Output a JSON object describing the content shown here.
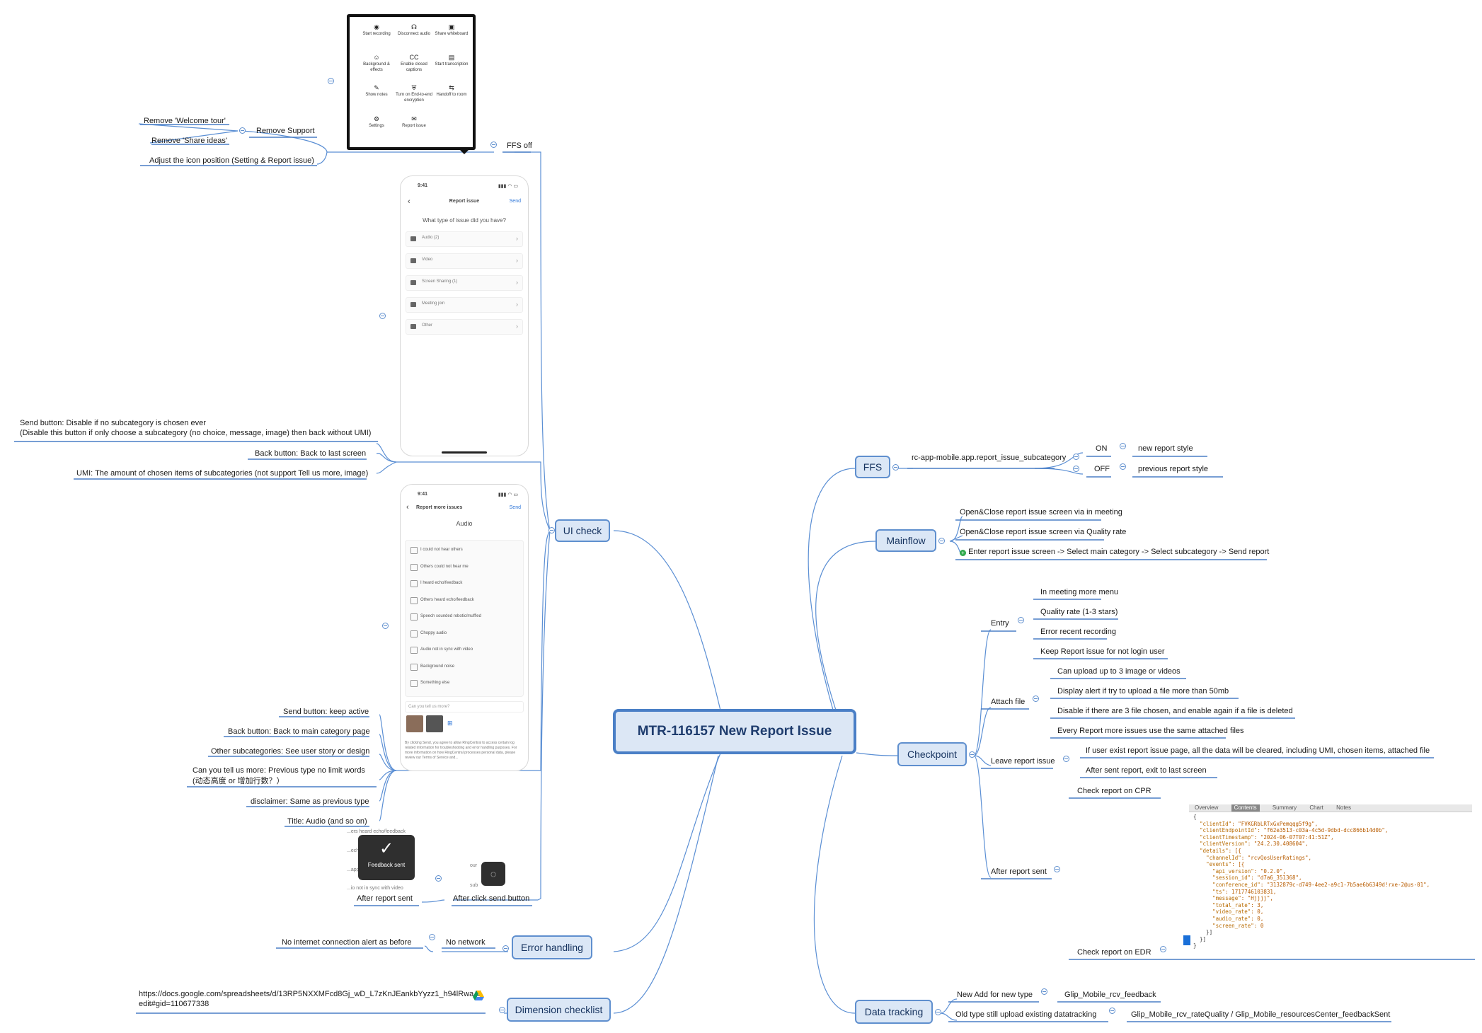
{
  "central": {
    "title": "MTR-116157 New Report Issue"
  },
  "branches": {
    "ui_check": "UI check",
    "error_handling": "Error handling",
    "dimension_checklist": "Dimension checklist",
    "ffs": "FFS",
    "mainflow": "Mainflow",
    "checkpoint": "Checkpoint",
    "data_tracking": "Data tracking"
  },
  "ffs": {
    "flag": "rc-app-mobile.app.report_issue_subcategory",
    "on": "ON",
    "on_desc": "new report style",
    "off": "OFF",
    "off_desc": "previous report style"
  },
  "mainflow": {
    "items": [
      "Open&Close report issue screen via in meeting",
      "Open&Close report issue screen via Quality rate",
      "Enter report issue screen -> Select main category -> Select subcategory -> Send report"
    ]
  },
  "checkpoint": {
    "entry": {
      "label": "Entry",
      "items": [
        "In meeting more menu",
        "Quality rate (1-3 stars)",
        "Error recent recording",
        "Keep Report issue for not login user"
      ]
    },
    "attach": {
      "label": "Attach file",
      "items": [
        "Can upload up to 3 image or videos",
        "Display alert if try to upload a file more than 50mb",
        "Disable if there are 3 file chosen, and enable again if a file is deleted",
        "Every Report more issues use the same attached files"
      ]
    },
    "leave": {
      "label": "Leave report issue",
      "items": [
        "If user exist report issue page, all the data will be cleared, including UMI, chosen items, attached file",
        "After sent report, exit to last screen"
      ]
    },
    "after_sent": {
      "label": "After report sent",
      "cpr": "Check report on CPR",
      "edr": "Check report on EDR"
    }
  },
  "json_viewer": {
    "tabs": [
      "Overview",
      "Contents",
      "Summary",
      "Chart",
      "Notes"
    ],
    "active_tab": "Contents",
    "lines": [
      "{",
      "  \"clientId\": \"FVKGRbLRTxGxPemqqg5f9g\",",
      "  \"clientEndpointId\": \"f62e3513-c03a-4c5d-9dbd-dcc866b14d0b\",",
      "  \"clientTimestamp\": \"2024-06-07T07:41:51Z\",",
      "  \"clientVersion\": \"24.2.30.408604\",",
      "  \"details\": [{",
      "    \"channelId\": \"rcvQosUserRatings\",",
      "    \"events\": [{",
      "      \"api_version\": \"0.2.0\",",
      "      \"session_id\": \"d7a6_351368\",",
      "      \"conference_id\": \"3132879c-d749-4ee2-a9c1-7b5ae6b6349d!rxe-2@us-01\",",
      "      \"ts\": 1717746103831,",
      "      \"message\": \"Hjjjj\",",
      "      \"total_rate\": 3,",
      "      \"video_rate\": 0,",
      "      \"audio_rate\": 0,",
      "      \"screen_rate\": 0",
      "    }]",
      "  }]",
      "}"
    ]
  },
  "data_tracking": {
    "new_type": "New Add for new type",
    "new_event": "Glip_Mobile_rcv_feedback",
    "old_type": "Old type still upload existing datatracking",
    "old_event": "Glip_Mobile_rcv_rateQuality / Glip_Mobile_resourcesCenter_feedbackSent"
  },
  "ui_check": {
    "ffs_off": "FFS off",
    "remove_support": "Remove Support",
    "remove_welcome": "Remove 'Welcome tour'",
    "remove_share": "Remove 'Share ideas'",
    "adjust_icon": "Adjust the icon position (Setting & Report issue)",
    "send_disable_1": "Send button: Disable if no subcategory is chosen ever",
    "send_disable_2": "(Disable this button if only choose a subcategory (no choice, message, image) then back without UMI)",
    "back_last": "Back button: Back to last screen",
    "umi": "UMI: The amount of chosen items of subcategories (not support Tell us more, image)",
    "send_active": "Send button: keep active",
    "back_main": "Back button: Back to main category page",
    "other_sub": "Other subcategories: See user story or design",
    "tell_more_1": "Can you tell us more: Previous type no limit words",
    "tell_more_2": "(动态高度 or 增加行数？）",
    "disclaimer": "disclaimer: Same as previous type",
    "title_audio": "Title: Audio (and so on)",
    "after_report_sent": "After report sent",
    "after_click_send": "After click send button",
    "toast_text": "Feedback sent",
    "ghost_lines": [
      "...ers heard echo/feedback",
      "...ech",
      "...app",
      "...io not in sync with video"
    ],
    "ghost_right": [
      "our",
      "sub"
    ]
  },
  "menu_items": [
    {
      "icon": "◉",
      "label": "Start recording"
    },
    {
      "icon": "☊",
      "label": "Disconnect audio"
    },
    {
      "icon": "▣",
      "label": "Share whiteboard"
    },
    {
      "icon": "☺",
      "label": "Background & effects"
    },
    {
      "icon": "CC",
      "label": "Enable closed captions"
    },
    {
      "icon": "▤",
      "label": "Start transcription"
    },
    {
      "icon": "✎",
      "label": "Show notes"
    },
    {
      "icon": "⛨",
      "label": "Turn on End-to-end encryption"
    },
    {
      "icon": "⇆",
      "label": "Handoff to room"
    },
    {
      "icon": "⚙",
      "label": "Settings"
    },
    {
      "icon": "✉",
      "label": "Report issue"
    }
  ],
  "phone1": {
    "time": "9:41",
    "title": "Report issue",
    "send": "Send",
    "question": "What type of issue did you have?",
    "rows": [
      "Audio (2)",
      "Video",
      "Screen Sharing (1)",
      "Meeting join",
      "Other"
    ]
  },
  "phone2": {
    "time": "9:41",
    "title": "Report more issues",
    "send": "Send",
    "heading": "Audio",
    "options": [
      "I could not hear others",
      "Others could not hear me",
      "I heard echo/feedback",
      "Others heard echo/feedback",
      "Speech sounded robotic/muffled",
      "Choppy audio",
      "Audio not in sync with video",
      "Background noise",
      "Something else"
    ],
    "placeholder": "Can you tell us more?",
    "disclaimer": "By clicking Send, you agree to allow RingCentral to access certain log related information for troubleshooting and error handling purposes. For more information on how RingCentral processes personal data, please review our Terms of Service and..."
  },
  "error_handling": {
    "no_network": "No network",
    "alert": "No internet connection alert as before"
  },
  "dimension": {
    "url_1": "https://docs.google.com/spreadsheets/d/13RP5NXXMFcd8Gj_wD_L7zKnJEankbYyzz1_h94lRwaA/",
    "url_2": "edit#gid=110677338"
  },
  "colors": {
    "accent": "#4a7fc6",
    "topic_fill": "#dbe7f6",
    "line": "#5b8fd4",
    "json_key": "#b86b00"
  }
}
